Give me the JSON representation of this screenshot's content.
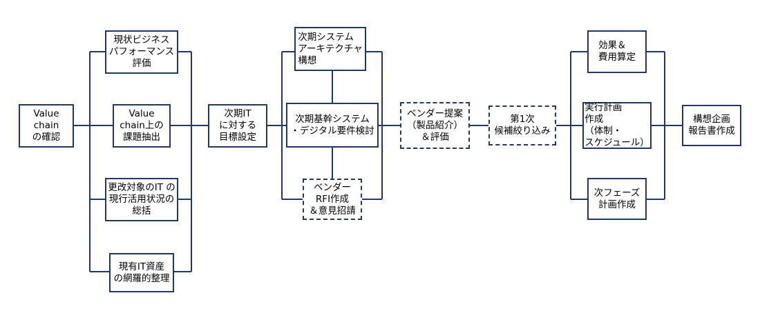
{
  "nodes": {
    "value_chain": "Value\nchain\nの確認",
    "biz_perf": "現状ビジネス\nパフォーマンス\n評価",
    "vc_issues": "Value\nchain上の\n課題抽出",
    "it_usage": "更改対象のIT の\n現行活用状況の\n総括",
    "it_assets": "現有IT資産\nの網羅的整理",
    "it_goals": "次期IT\nに対する\n目標設定",
    "arch": "次期システム\nアーキテクチャ\n構想",
    "requirements": "次期基幹システム\n・デジタル要件検討",
    "rfi": "ベンダー\nRFI作成\n＆意見招請",
    "vendor_proposal": "ベンダー提案\n（製品紹介）\n＆評価",
    "shortlist": "第1次\n候補絞り込み",
    "cost": "効果＆\n費用算定",
    "plan": "実行計画\n作成\n（体制・\nスケジュール）",
    "next_phase": "次フェーズ\n計画作成",
    "report": "構想企画\n報告書作成"
  }
}
